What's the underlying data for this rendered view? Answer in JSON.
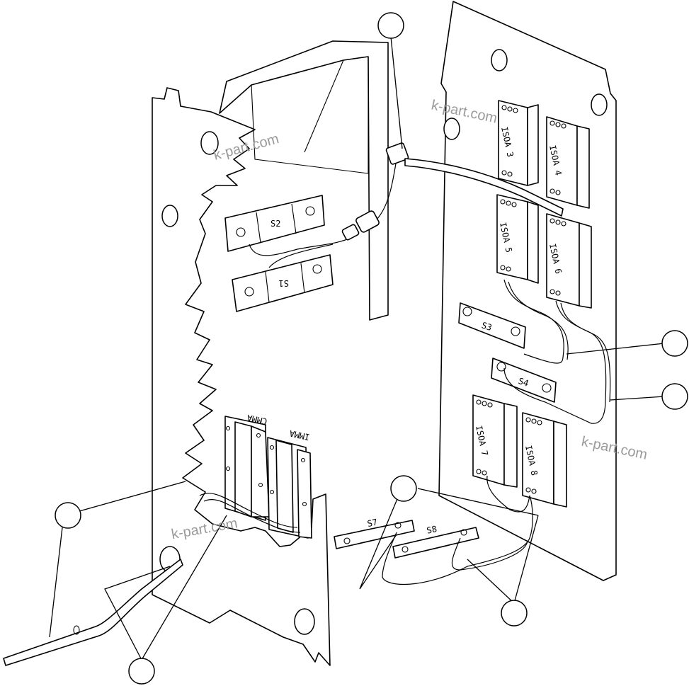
{
  "labels": {
    "s1": "S1",
    "s2": "S2",
    "s3": "S3",
    "s4": "S4",
    "s7": "S7",
    "s8": "S8",
    "isoa3": "ISOA 3",
    "isoa4": "ISOA 4",
    "isoa5": "ISOA 5",
    "isoa6": "ISOA 6",
    "isoa7": "ISOA 7",
    "isoa8": "ISOA 8",
    "cmma": "CMMA",
    "imma": "IMMA"
  },
  "watermarks": [
    "k-part.com",
    "k-part.com",
    "k-part.com",
    "k-part.com"
  ],
  "callouts": [
    "",
    "",
    "",
    "",
    "",
    "",
    ""
  ]
}
